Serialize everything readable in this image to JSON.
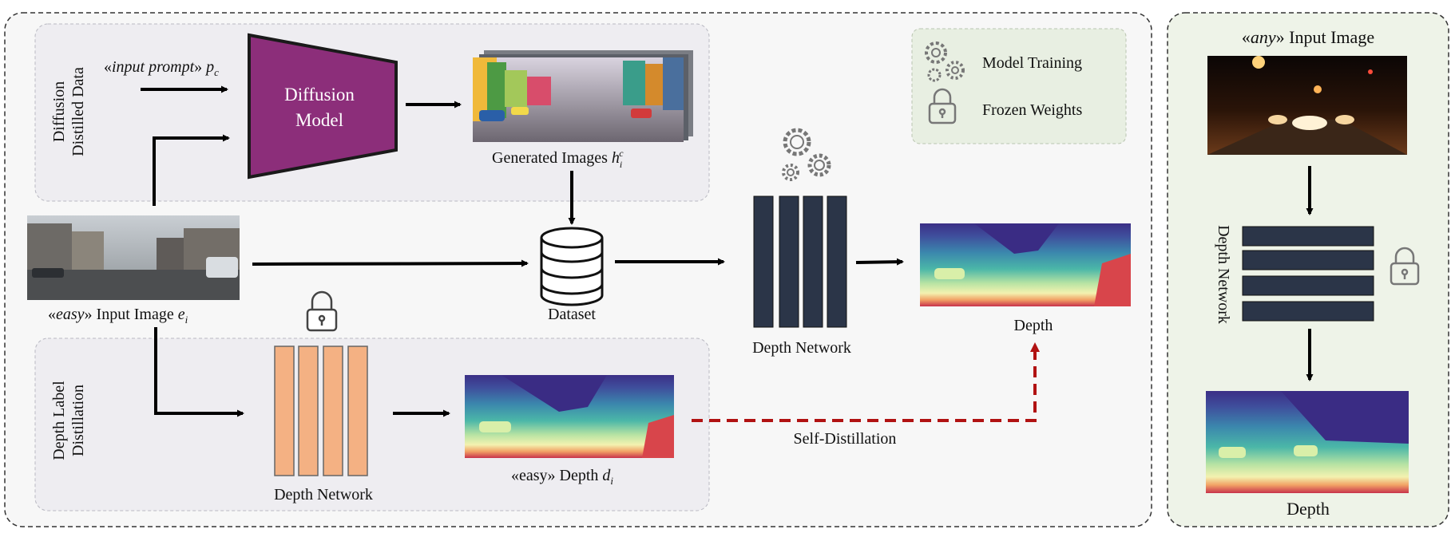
{
  "panels": {
    "diffusion_label_line1": "Diffusion",
    "diffusion_label_line2": "Distilled Data",
    "depth_label_line1": "Depth Label",
    "depth_label_line2": "Distillation"
  },
  "diffusion_model": {
    "line1": "Diffusion",
    "line2": "Model"
  },
  "prompt": {
    "open": "«",
    "word": "input prompt",
    "close": "» ",
    "var": "p",
    "sub": "c"
  },
  "generated": {
    "text": "Generated Images ",
    "var": "h",
    "sub": "i",
    "sup": "c"
  },
  "easy_input": {
    "open": "«",
    "word": "easy",
    "close": "» Input Image ",
    "var": "e",
    "sub": "i"
  },
  "dataset": "Dataset",
  "depth_network_student": "Depth Network",
  "depth_output": "Depth",
  "depth_network_teacher": "Depth Network",
  "easy_depth": {
    "text": "«easy» Depth ",
    "var": "d",
    "sub": "i"
  },
  "self_distillation": "Self-Distillation",
  "legend": {
    "training": "Model Training",
    "frozen": "Frozen Weights"
  },
  "inference": {
    "title_open": "«",
    "title_word": "any",
    "title_close": "» Input Image",
    "network": "Depth Network",
    "output": "Depth"
  },
  "colors": {
    "diffusion_model": "#8c2e7a",
    "student_bars": "#2b3548",
    "teacher_bars": "#f4b183",
    "dashed_arrow": "#b11212",
    "left_panel_bg": "#f7f7f7",
    "sub_panel_bg": "#eeedf1",
    "right_panel_bg": "#eef3e8"
  }
}
